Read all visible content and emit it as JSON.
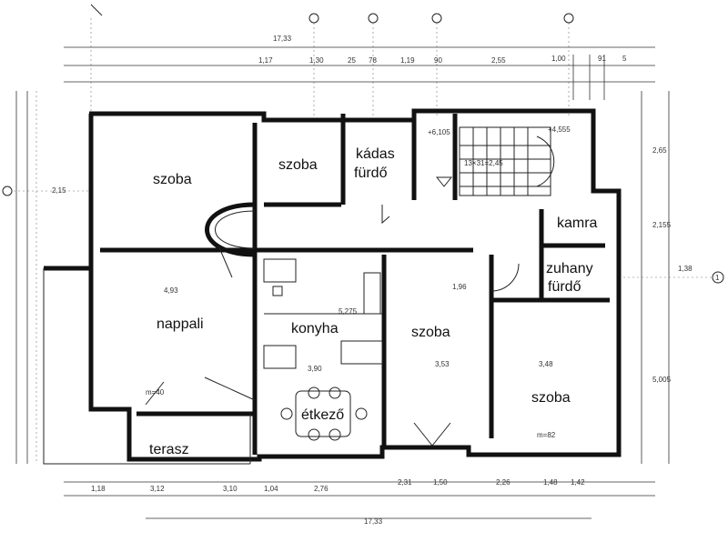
{
  "rooms": {
    "szoba_nw": "szoba",
    "szoba_n": "szoba",
    "kadas_furdo_1": "kádas",
    "kadas_furdo_2": "fürdő",
    "kamra": "kamra",
    "zuhany_1": "zuhany",
    "zuhany_2": "fürdő",
    "nappali": "nappali",
    "konyha": "konyha",
    "szoba_c": "szoba",
    "szoba_se": "szoba",
    "etkezo": "étkező",
    "terasz": "terasz"
  },
  "dimensions": {
    "top_total": "17,33",
    "bottom_total": "17,33",
    "top_1": "1,17",
    "top_2": "1,30",
    "top_3": "25",
    "top_4": "78",
    "top_5": "1,19",
    "top_6": "90",
    "top_7": "2,55",
    "top_8": "1,00",
    "top_9": "91",
    "top_10": "5",
    "right_1": "2,65",
    "right_2": "2,155",
    "right_3": "1,38",
    "right_4": "5,005",
    "bottom_1": "1,18",
    "bottom_2": "3,12",
    "bottom_3": "3,10",
    "bottom_4": "1,04",
    "bottom_5": "2,76",
    "bottom_6": "2,31",
    "bottom_7": "1,50",
    "bottom_8": "2,26",
    "bottom_9": "1,48",
    "bottom_10": "1,42",
    "room_1": "4,93",
    "room_2": "3,53",
    "room_3": "3,48",
    "room_4": "3,90",
    "room_5": "1,96",
    "room_6": "5,275",
    "room_7": "2,15",
    "level_1": "+4,555",
    "level_2": "+6,105",
    "stair": "13×31=2,45",
    "m_40": "m=40",
    "m_82": "m=82",
    "axis_right": "1"
  }
}
